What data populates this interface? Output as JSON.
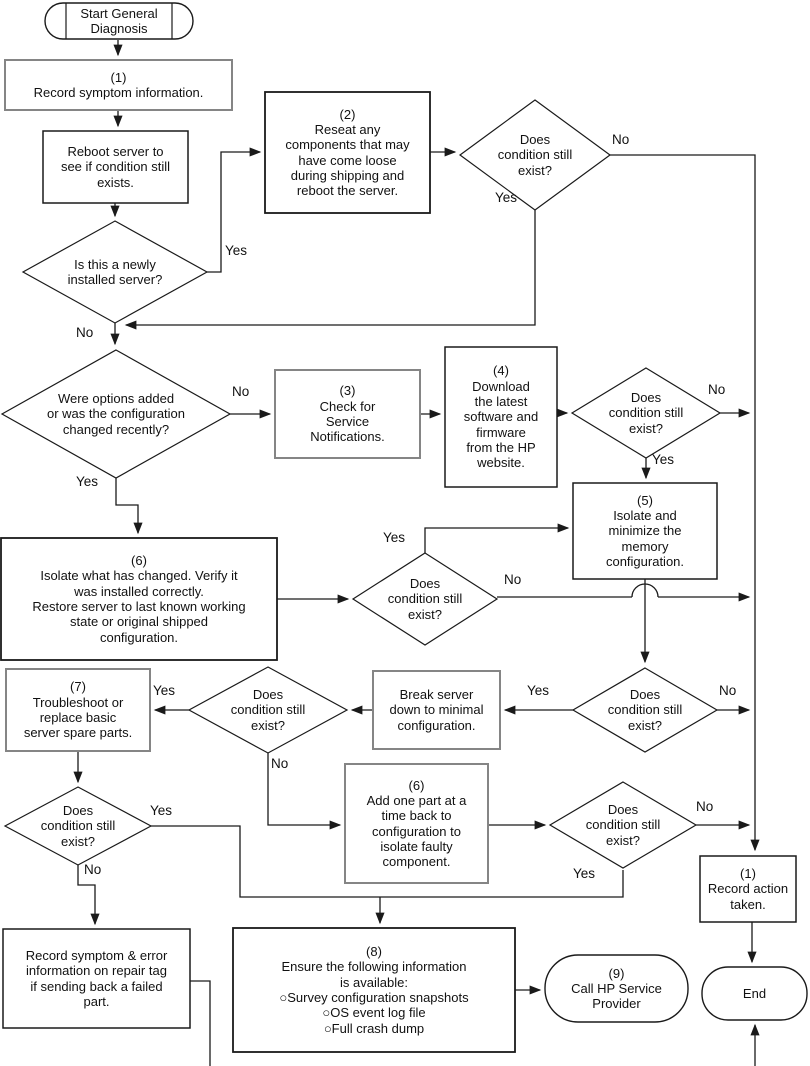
{
  "diagram": "HP server general diagnosis flowchart",
  "edge_labels": {
    "yes": "Yes",
    "no": "No"
  },
  "nodes": {
    "start": {
      "text": "Start General\nDiagnosis"
    },
    "box1": {
      "text": "(1)\nRecord symptom information."
    },
    "reboot": {
      "text": "Reboot server to\nsee if condition still\nexists."
    },
    "box2": {
      "text": "(2)\nReseat any\ncomponents that may\nhave come loose\nduring shipping and\nreboot the server."
    },
    "d1": {
      "text": "Does\ncondition still\nexist?"
    },
    "d2": {
      "text": "Is this a newly\ninstalled server?"
    },
    "d3": {
      "text": "Were options added\nor was the configuration\nchanged recently?"
    },
    "box3": {
      "text": "(3)\nCheck for\nService\nNotifications."
    },
    "box4": {
      "text": "(4)\nDownload\nthe latest\nsoftware and\nfirmware\nfrom the HP\nwebsite."
    },
    "d4": {
      "text": "Does\ncondition still\nexist?"
    },
    "box5": {
      "text": "(5)\nIsolate and\nminimize the\nmemory\nconfiguration."
    },
    "box6": {
      "text": "(6)\nIsolate what has changed. Verify it\nwas installed correctly.\nRestore server to last known working\nstate or original shipped\nconfiguration."
    },
    "d5": {
      "text": "Does\ncondition still\nexist?"
    },
    "d6": {
      "text": "Does\ncondition still\nexist?"
    },
    "break_box": {
      "text": "Break server\ndown to minimal\nconfiguration."
    },
    "d7": {
      "text": "Does\ncondition still\nexist?"
    },
    "box7": {
      "text": "(7)\nTroubleshoot or\nreplace basic\nserver spare parts."
    },
    "d8": {
      "text": "Does\ncondition still\nexist?"
    },
    "box6b": {
      "text": "(6)\nAdd one part at a\ntime back to\nconfiguration to\nisolate faulty\ncomponent."
    },
    "d9": {
      "text": "Does\ncondition still\nexist?"
    },
    "record_action": {
      "text": "(1)\nRecord action\ntaken."
    },
    "box8": {
      "text": "(8)\nEnsure the following information\nis available:\n○Survey configuration snapshots\n○OS event log file\n○Full crash dump"
    },
    "oval9": {
      "text": "(9)\nCall HP Service\nProvider"
    },
    "end": {
      "text": "End"
    },
    "record_symptom": {
      "text": "Record symptom & error\ninformation on repair tag\nif sending back a failed\npart."
    }
  },
  "colors": {
    "line": "#1a1a1a",
    "gray_border": "#858585",
    "fill": "#ffffff"
  }
}
